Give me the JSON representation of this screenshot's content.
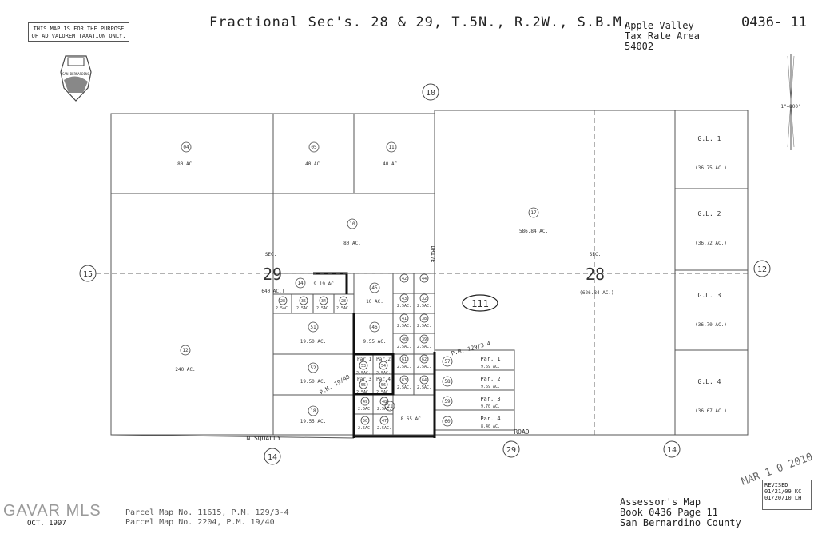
{
  "header": {
    "disclaimer_line1": "THIS MAP IS FOR THE PURPOSE",
    "disclaimer_line2": "OF AD VALOREM TAXATION ONLY.",
    "title": "Fractional Sec's. 28 & 29, T.5N., R.2W., S.B.M.",
    "tax_area_line1": "Apple Valley",
    "tax_area_line2": "Tax Rate Area",
    "tax_area_line3": "54002",
    "page_number": "0436- 11",
    "seal_text": "SAN BERNARDINO",
    "scale": "1\"=800'"
  },
  "sections": {
    "sec29_label": "SEC.",
    "sec29_number": "29",
    "sec29_acres": "(640 AC.)",
    "sec28_label": "SEC.",
    "sec28_number": "28",
    "sec28_acres": "(626.84 AC.)"
  },
  "parcels": [
    {
      "num": "04",
      "acres": "80 AC."
    },
    {
      "num": "05",
      "acres": "40 AC."
    },
    {
      "num": "11",
      "acres": "40 AC."
    },
    {
      "num": "10",
      "acres": "80 AC."
    },
    {
      "num": "17",
      "acres": "586.84 AC."
    },
    {
      "num": "12",
      "acres": "240 AC."
    },
    {
      "num": "14",
      "acres": "9.19 AC."
    },
    {
      "num": "45",
      "acres": "10 AC."
    },
    {
      "num": "51",
      "acres": "19.50 AC."
    },
    {
      "num": "52",
      "acres": "19.50 AC."
    },
    {
      "num": "18",
      "acres": "19.55 AC."
    },
    {
      "num": "46",
      "acres": "9.55 AC."
    },
    {
      "num": "21",
      "acres": "8.65 AC."
    }
  ],
  "small_parcels": [
    {
      "num": "28",
      "acres": "2.5AC."
    },
    {
      "num": "35",
      "acres": "2.5AC."
    },
    {
      "num": "34",
      "acres": "2.5AC."
    },
    {
      "num": "28",
      "acres": "2.5AC."
    },
    {
      "num": "42",
      "acres": ""
    },
    {
      "num": "44",
      "acres": ""
    },
    {
      "num": "43",
      "acres": "2.5AC."
    },
    {
      "num": "32",
      "acres": "2.5AC."
    },
    {
      "num": "41",
      "acres": "2.5AC."
    },
    {
      "num": "38",
      "acres": "2.5AC."
    },
    {
      "num": "40",
      "acres": "2.5AC."
    },
    {
      "num": "39",
      "acres": "2.5AC."
    },
    {
      "num": "61",
      "acres": "2.5AC."
    },
    {
      "num": "62",
      "acres": "2.5AC."
    },
    {
      "num": "63",
      "acres": "2.5AC."
    },
    {
      "num": "64",
      "acres": "2.5AC."
    },
    {
      "num": "49",
      "acres": "2.5AC."
    },
    {
      "num": "48",
      "acres": "2.5AC."
    },
    {
      "num": "50",
      "acres": "2.5AC."
    },
    {
      "num": "47",
      "acres": "2.5AC."
    },
    {
      "num": "53",
      "acres": "2.5AC."
    },
    {
      "num": "54",
      "acres": "2.5AC."
    },
    {
      "num": "55",
      "acres": "2.5AC."
    },
    {
      "num": "56",
      "acres": "2.5AC."
    }
  ],
  "map_pars": [
    {
      "label": "Par. 1",
      "acres": "9.69 AC."
    },
    {
      "label": "Par. 2",
      "acres": "9.69 AC."
    },
    {
      "label": "Par. 3",
      "acres": "9.70 AC."
    },
    {
      "label": "Par. 4",
      "acres": "8.40 AC."
    }
  ],
  "map_par_nums": [
    "57",
    "58",
    "59",
    "60"
  ],
  "small_pars": [
    "Par.1",
    "Par.2",
    "Par.3",
    "Par.4"
  ],
  "gov_lots": [
    {
      "label": "G.L. 1",
      "acres": "(36.75 AC.)"
    },
    {
      "label": "G.L. 2",
      "acres": "(36.72 AC.)"
    },
    {
      "label": "G.L. 3",
      "acres": "(36.70 AC.)"
    },
    {
      "label": "G.L. 4",
      "acres": "(36.67 AC.)"
    }
  ],
  "page_refs": {
    "top": "10",
    "left": "15",
    "right": "12",
    "bottom_left": "14",
    "bottom_mid": "29",
    "bottom_right": "14",
    "oval": "111"
  },
  "roads": {
    "nisqually": "NISQUALLY",
    "road": "ROAD",
    "drive": "DRIVE",
    "pm_129": "P.M. 129/3-4",
    "pm_19": "P.M. 19/40"
  },
  "footer": {
    "parcel_map_1": "Parcel Map No. 11615, P.M. 129/3-4",
    "parcel_map_2": "Parcel Map No. 2204, P.M. 19/40",
    "date": "OCT. 1997",
    "watermark": "GAVAR MLS",
    "assessor_line1": "Assessor's Map",
    "assessor_line2": "Book 0436 Page 11",
    "assessor_line3": "San Bernardino County",
    "stamp": "MAR 1 0 2010",
    "revised_label": "REVISED",
    "revised_1": "01/21/09 KC",
    "revised_2": "01/20/10 LH"
  }
}
